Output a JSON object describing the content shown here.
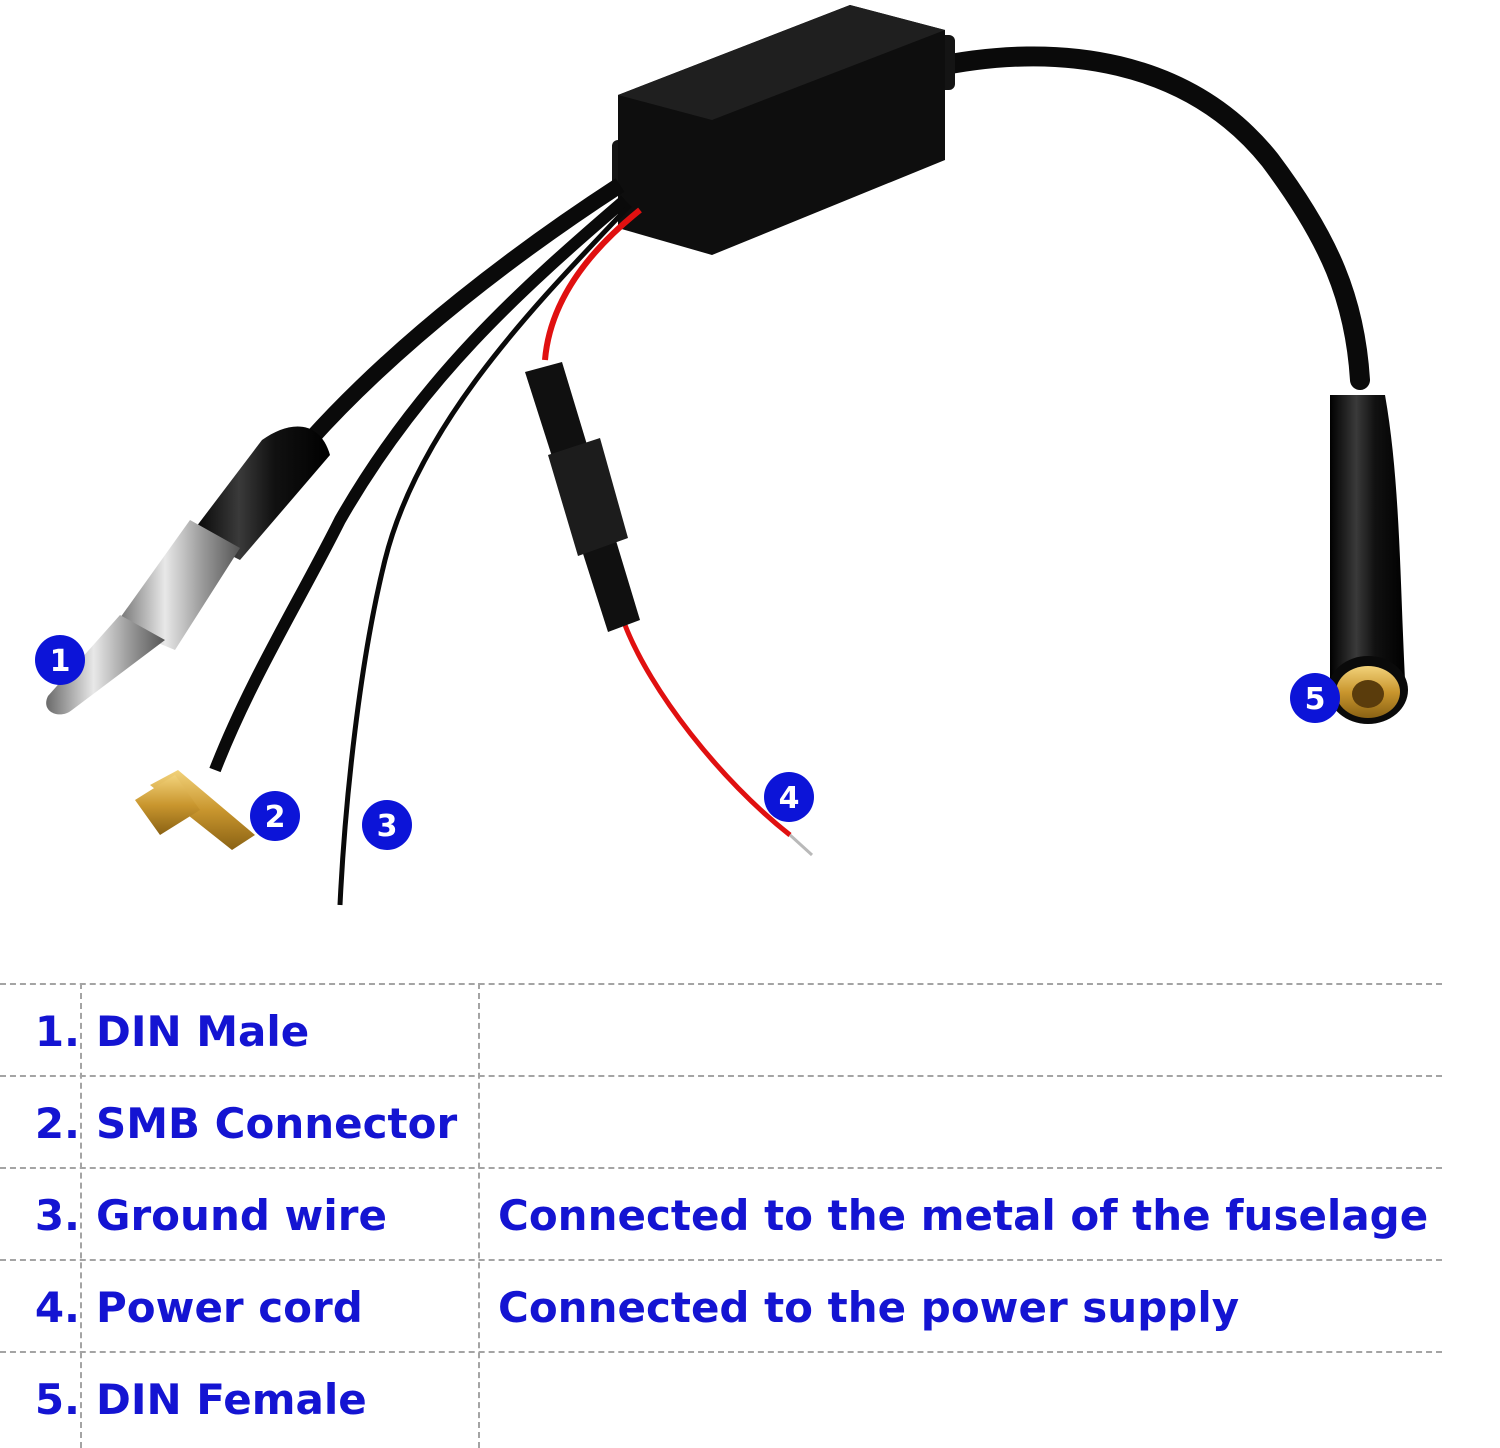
{
  "photo": {
    "description_icon": "antenna-splitter-cable-icon",
    "markers": [
      "1",
      "2",
      "3",
      "4",
      "5"
    ]
  },
  "legend": {
    "rows": [
      {
        "number": "1.",
        "name": "DIN Male",
        "description": ""
      },
      {
        "number": "2.",
        "name": "SMB Connector",
        "description": ""
      },
      {
        "number": "3.",
        "name": "Ground wire",
        "description": "Connected to the metal of the fuselage"
      },
      {
        "number": "4.",
        "name": "Power cord",
        "description": "Connected to the power supply"
      },
      {
        "number": "5.",
        "name": "DIN Female",
        "description": ""
      }
    ],
    "text_color": "#1414d2",
    "border_color": "#a4a4a4"
  },
  "colors": {
    "marker": "#0c14d8",
    "cable": "#111111",
    "red_wire": "#e01010",
    "gold": "#c9962e"
  }
}
